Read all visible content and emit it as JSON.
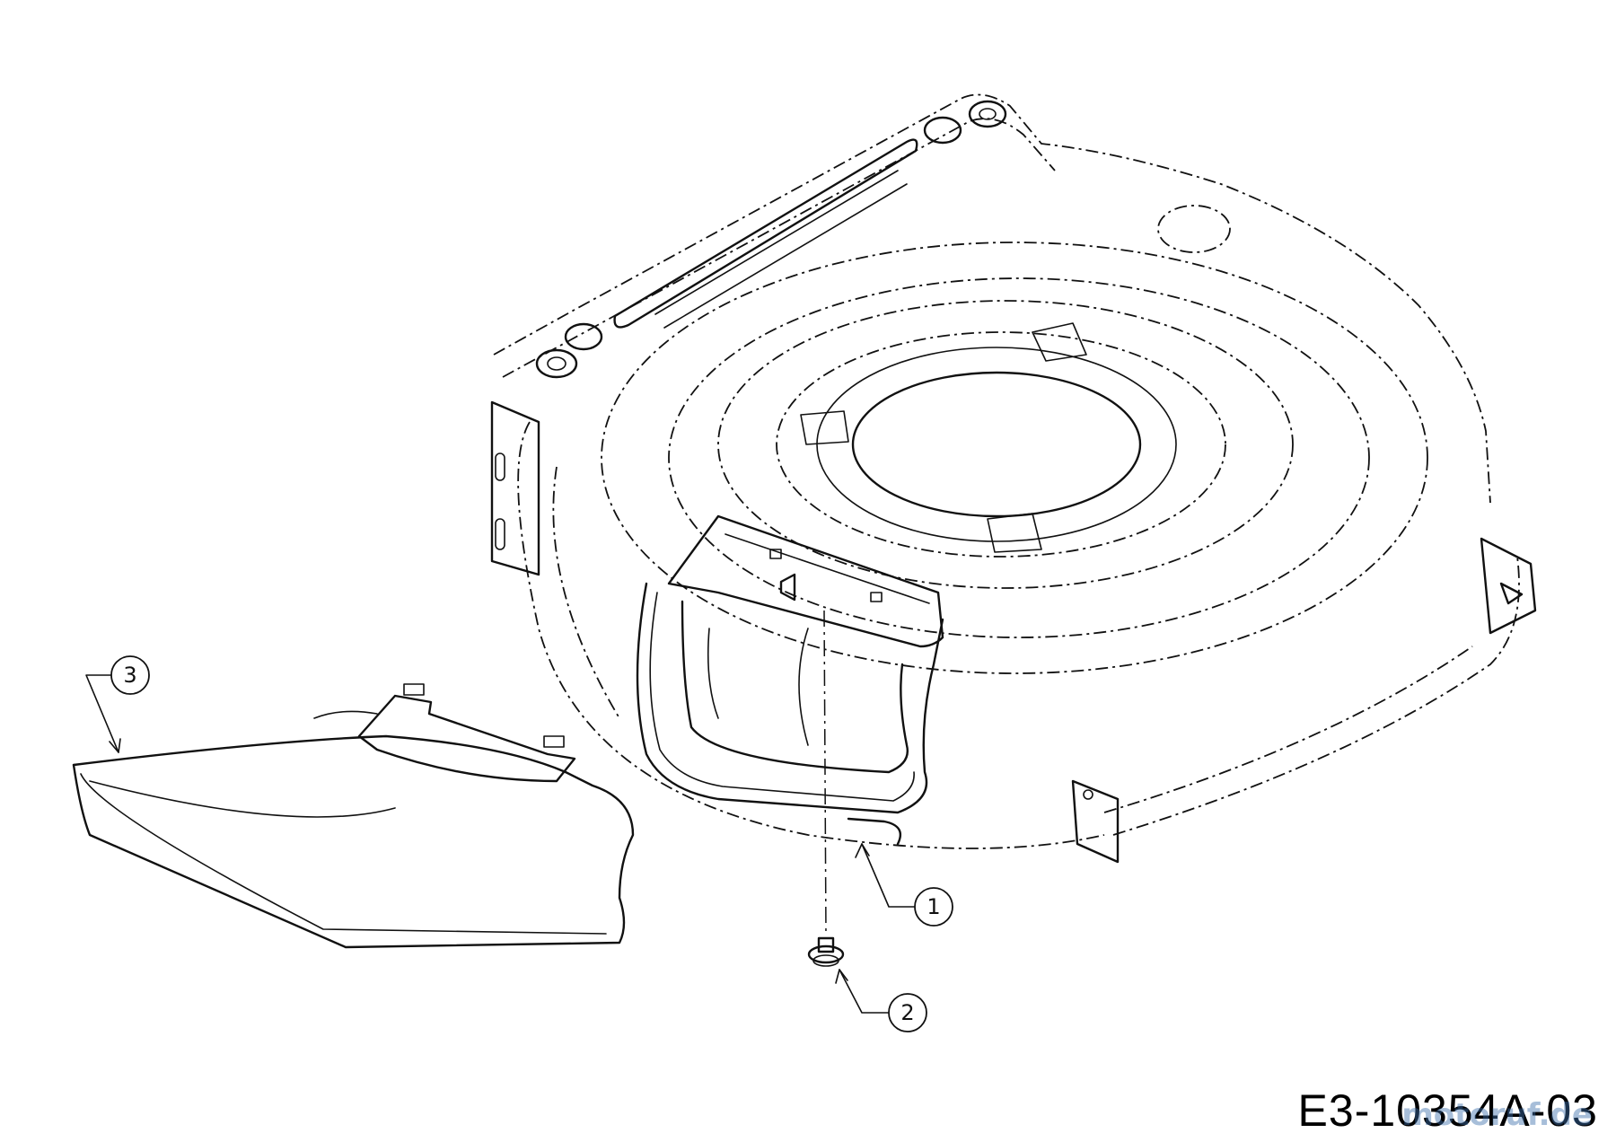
{
  "callouts": [
    {
      "id": "1",
      "label": "1",
      "part": "deflector-flap"
    },
    {
      "id": "2",
      "label": "2",
      "part": "screw"
    },
    {
      "id": "3",
      "label": "3",
      "part": "mulch-side-chute"
    }
  ],
  "drawing_number": "E3-10354A-03",
  "watermark": "motoruf.de",
  "colors": {
    "line": "#111111",
    "background": "#ffffff",
    "watermark": "#3c6eaa"
  }
}
